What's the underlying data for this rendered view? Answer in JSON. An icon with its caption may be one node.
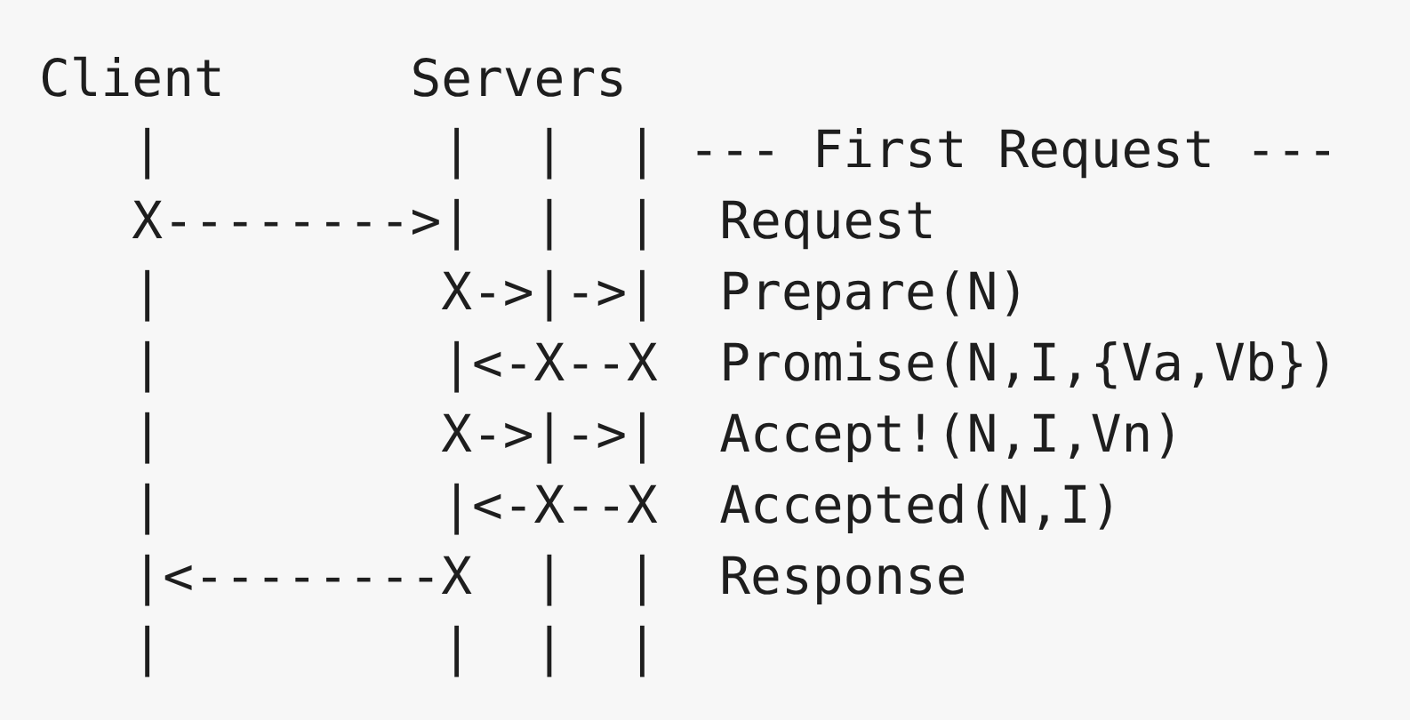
{
  "diagram": {
    "labels": [
      "Client      Servers",
      "   |         |  |  | --- First Request ---",
      "   X-------->|  |  |  Request",
      "   |         X->|->|  Prepare(N)",
      "   |         |<-X--X  Promise(N,I,{Va,Vb})",
      "   |         X->|->|  Accept!(N,I,Vn)",
      "   |         |<-X--X  Accepted(N,I)",
      "   |<--------X  |  |  Response",
      "   |         |  |  |"
    ]
  }
}
